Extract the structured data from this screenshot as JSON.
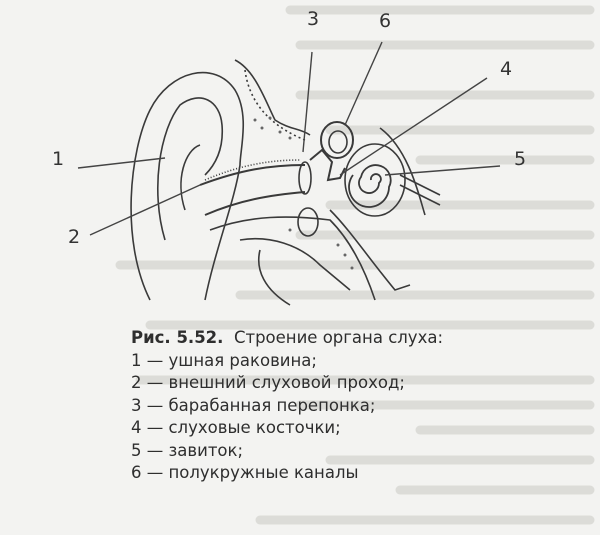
{
  "figure": {
    "labels": [
      "1",
      "2",
      "3",
      "4",
      "5",
      "6"
    ],
    "caption": {
      "number": "Рис. 5.52.",
      "title": "Строение органа слуха:",
      "items": [
        "1 — ушная раковина;",
        "2 — внешний слуховой проход;",
        "3 — барабанная перепонка;",
        "4 — слуховые косточки;",
        "5 — завиток;",
        "6 — полукружные каналы"
      ]
    }
  },
  "colors": {
    "paper": "#f3f3f1",
    "ink": "#333333"
  }
}
